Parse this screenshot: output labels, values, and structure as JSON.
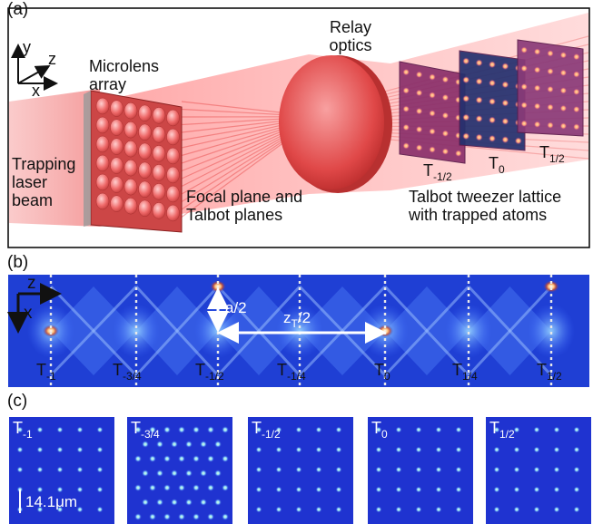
{
  "panel_a": {
    "label": "(a)",
    "axes": {
      "y": "y",
      "z": "z",
      "x": "x"
    },
    "microlens_label": [
      "Microlens",
      "array"
    ],
    "relay_label": [
      "Relay",
      "optics"
    ],
    "trapping_label": [
      "Trapping",
      "laser",
      "beam"
    ],
    "focal_label": [
      "Focal plane and",
      "Talbot planes"
    ],
    "talbot_label": [
      "Talbot tweezer lattice",
      "with trapped atoms"
    ],
    "planes": [
      {
        "base": "T",
        "sub": "-1/2"
      },
      {
        "base": "T",
        "sub": "0"
      },
      {
        "base": "T",
        "sub": "1/2"
      }
    ]
  },
  "panel_b": {
    "label": "(b)",
    "axes": {
      "z": "z",
      "x": "x"
    },
    "a_half": "a/2",
    "zt": {
      "base": "z",
      "sub": "T",
      "tail": "/2"
    },
    "planes": [
      {
        "base": "T",
        "sub": "-1"
      },
      {
        "base": "T",
        "sub": "-3/4"
      },
      {
        "base": "T",
        "sub": "-1/2"
      },
      {
        "base": "T",
        "sub": "-1/4"
      },
      {
        "base": "T",
        "sub": "0"
      },
      {
        "base": "T",
        "sub": "1/4"
      },
      {
        "base": "T",
        "sub": "1/2"
      }
    ]
  },
  "panel_c": {
    "label": "(c)",
    "scale_bar": "14.1μm",
    "images": [
      {
        "base": "T",
        "sub": "-1"
      },
      {
        "base": "T",
        "sub": "-3/4"
      },
      {
        "base": "T",
        "sub": "-1/2"
      },
      {
        "base": "T",
        "sub": "0"
      },
      {
        "base": "T",
        "sub": "1/2"
      }
    ]
  }
}
